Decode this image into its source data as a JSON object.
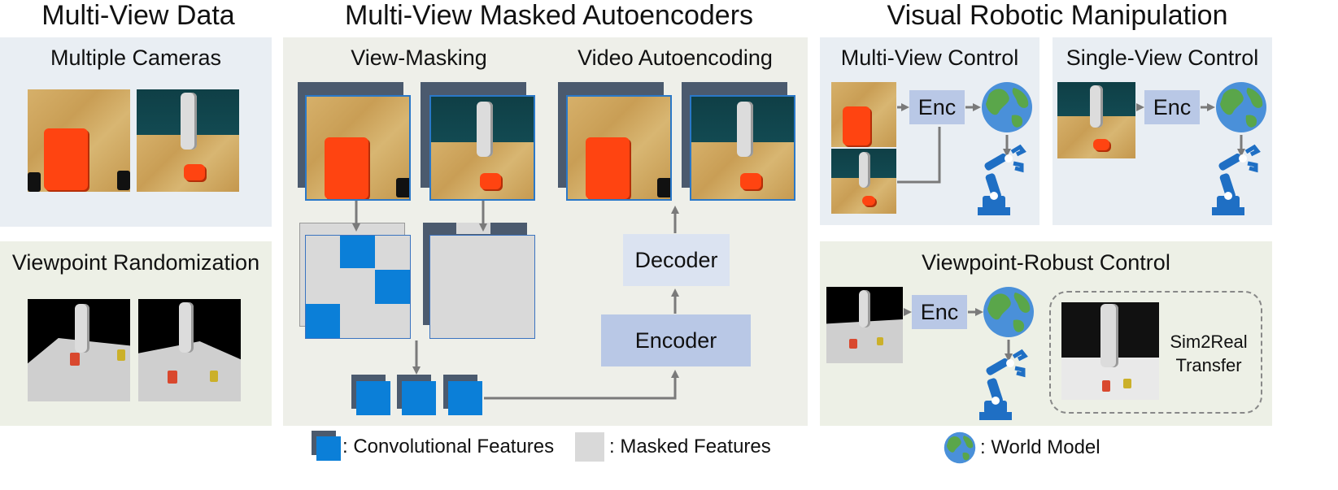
{
  "headers": {
    "col1": "Multi-View Data",
    "col2": "Multi-View Masked Autoencoders",
    "col3": "Visual Robotic Manipulation"
  },
  "multi_view_data": {
    "cameras_title": "Multiple Cameras",
    "randomization_title": "Viewpoint Randomization"
  },
  "mvmae": {
    "view_masking_title": "View-Masking",
    "video_autoencoding_title": "Video Autoencoding",
    "decoder_label": "Decoder",
    "encoder_label": "Encoder"
  },
  "manipulation": {
    "multi_view_title": "Multi-View Control",
    "single_view_title": "Single-View Control",
    "robust_title": "Viewpoint-Robust Control",
    "enc_label": "Enc",
    "sim2real_label_line1": "Sim2Real",
    "sim2real_label_line2": "Transfer"
  },
  "legend": {
    "conv_features": ": Convolutional Features",
    "masked_features": ": Masked Features",
    "world_model": ": World Model"
  },
  "colors": {
    "feature_blue": "#0b7fd8",
    "feature_dark": "#4b5a6e",
    "masked_grey": "#d9d9d9",
    "encoder_fill": "#b9c8e6",
    "decoder_fill": "#dbe3f1",
    "robot_blue": "#1f6fc4",
    "globe_blue": "#4a90d9",
    "globe_green": "#5aa64a"
  },
  "icons": [
    "globe-icon",
    "robot-arm-icon"
  ]
}
